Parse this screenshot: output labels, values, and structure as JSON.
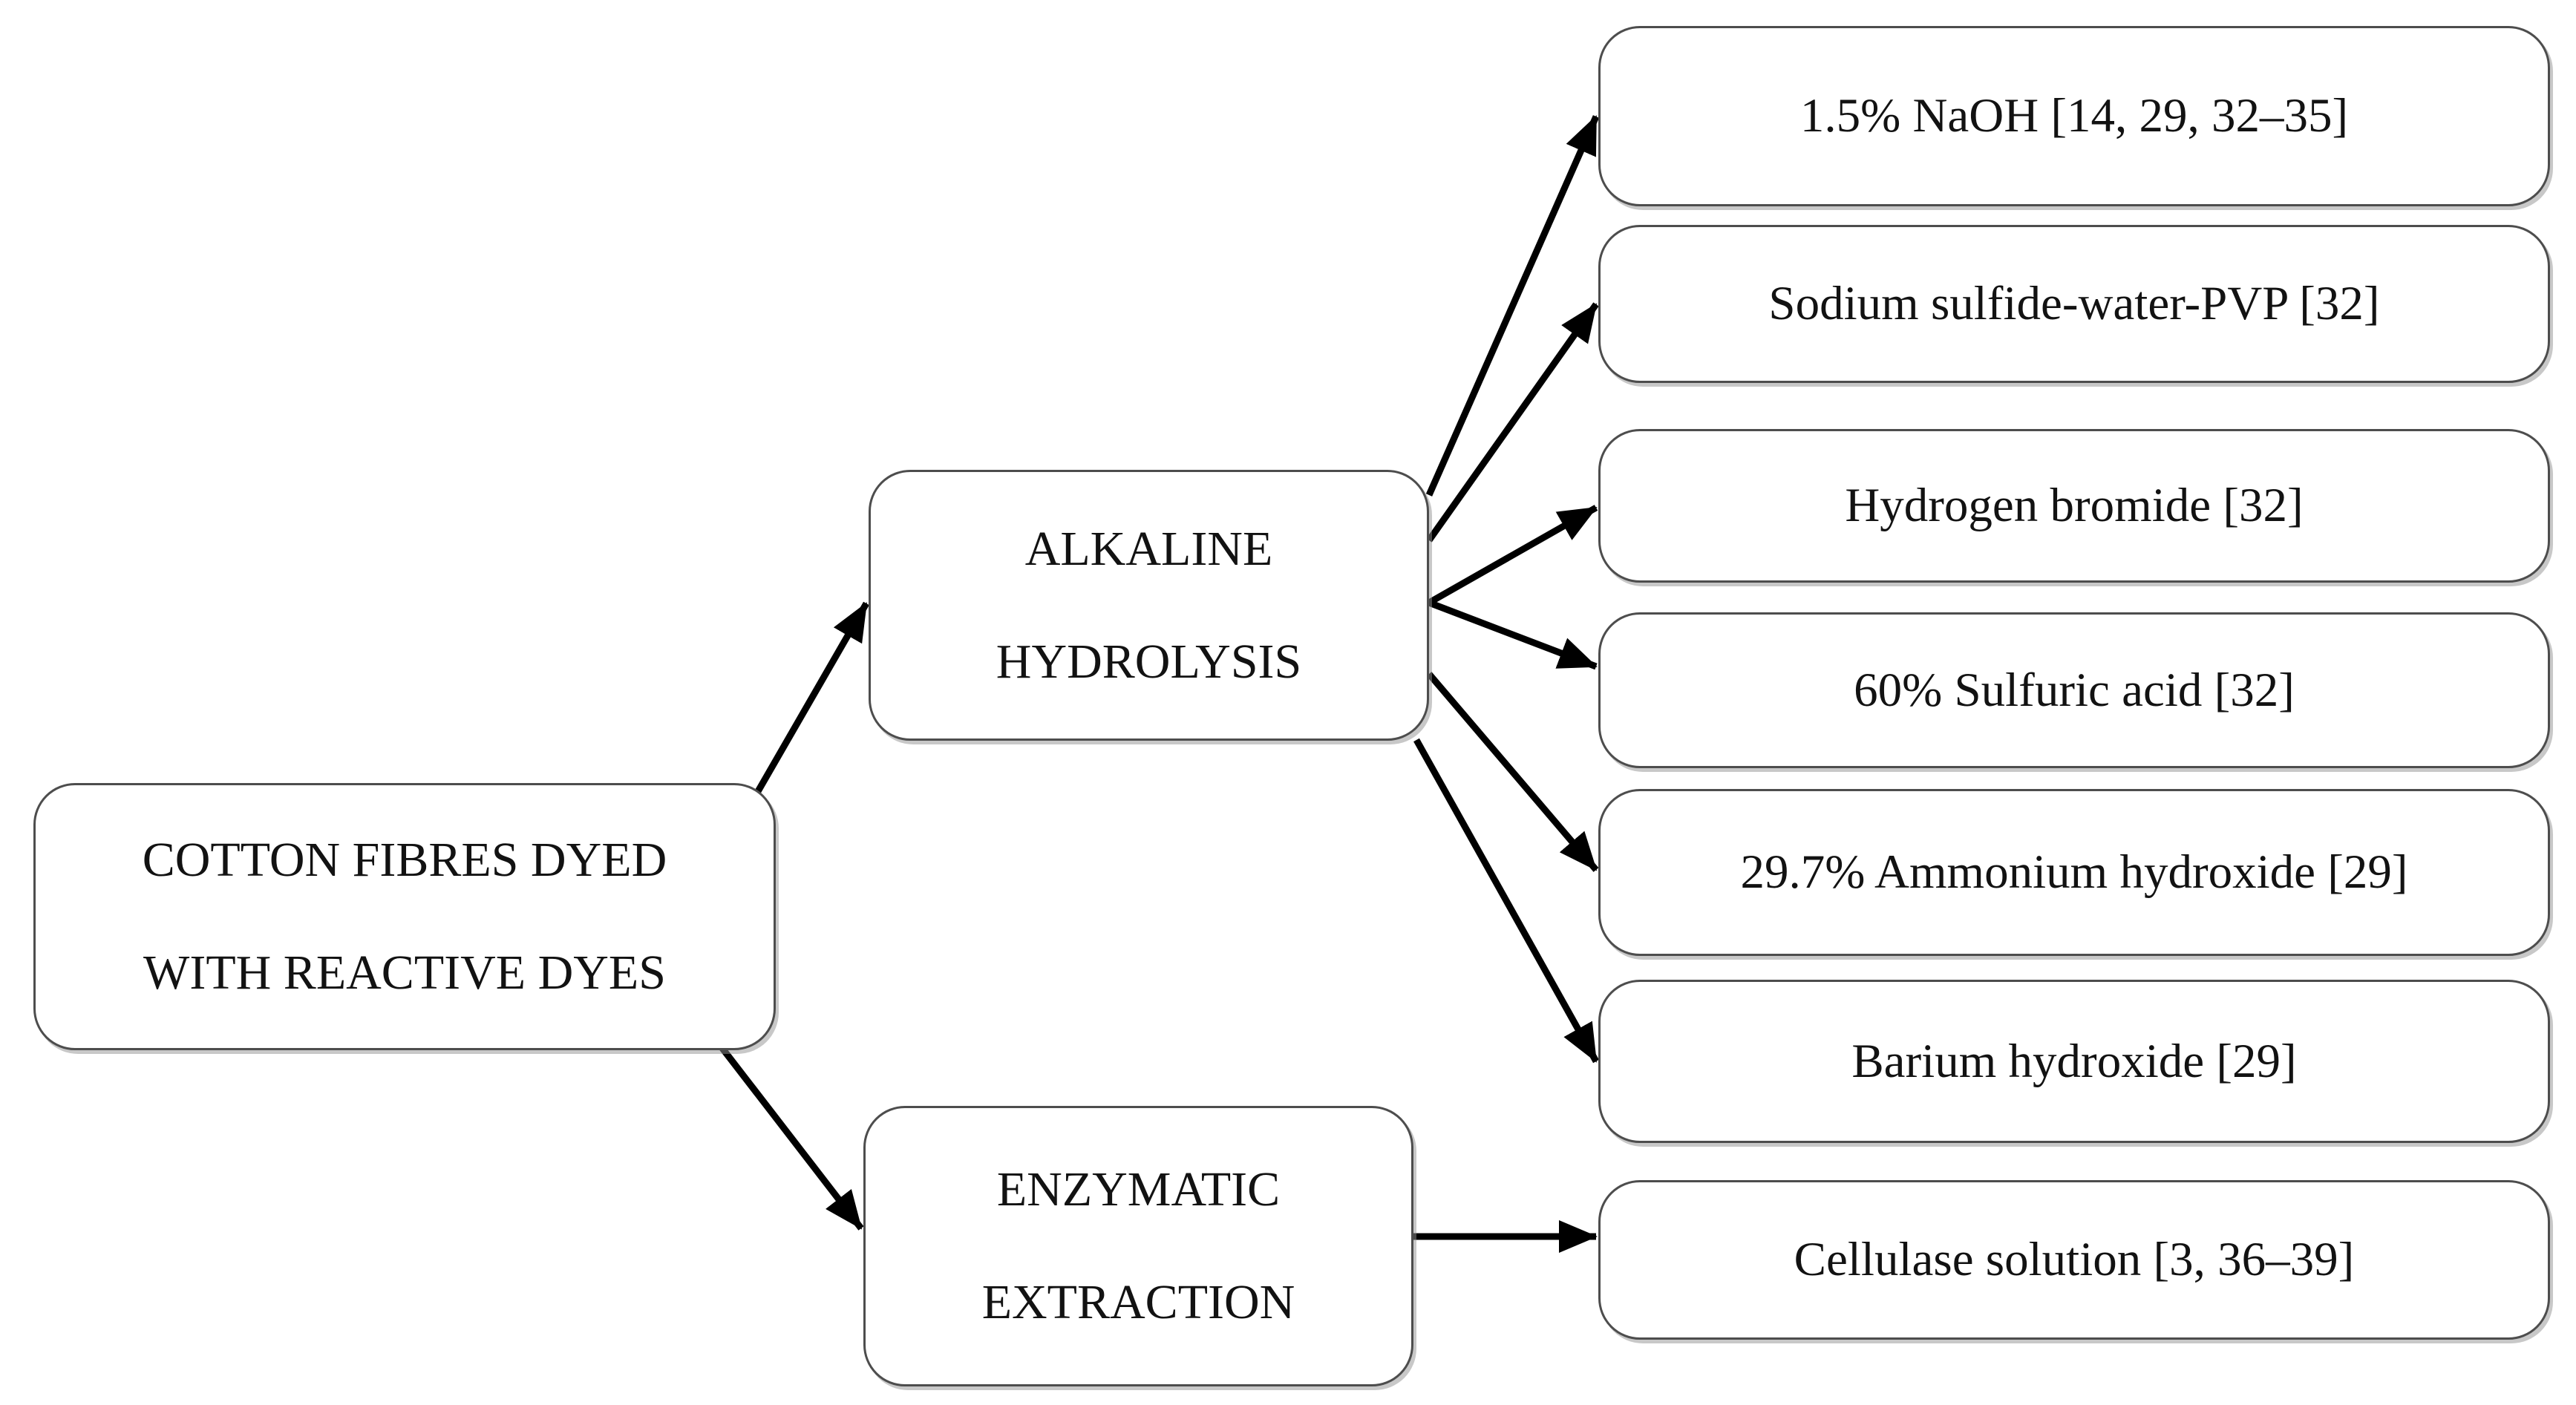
{
  "figure": {
    "type": "flowchart",
    "background": "#ffffff",
    "colors": {
      "box_border": "#4d4d4d",
      "box_fill": "#ffffff",
      "arrow": "#000000",
      "text": "#121212"
    }
  },
  "nodes": {
    "root": {
      "lines": [
        "COTTON FIBRES DYED",
        "WITH REACTIVE DYES"
      ]
    },
    "alkaline": {
      "lines": [
        "ALKALINE",
        "HYDROLYSIS"
      ]
    },
    "enzymatic": {
      "lines": [
        "ENZYMATIC",
        "EXTRACTION"
      ]
    }
  },
  "reagents": {
    "naoh": "1.5% NaOH [14, 29, 32–35]",
    "sodium_sulfide_pvp": "Sodium sulfide-water-PVP [32]",
    "hydrogen_bromide": "Hydrogen bromide [32]",
    "sulfuric_acid": "60% Sulfuric acid [32]",
    "ammonium_hydroxide": "29.7% Ammonium hydroxide [29]",
    "barium_hydroxide": "Barium hydroxide [29]",
    "cellulase": "Cellulase solution [3, 36–39]"
  },
  "edges": [
    {
      "from": "root",
      "to": "alkaline"
    },
    {
      "from": "root",
      "to": "enzymatic"
    },
    {
      "from": "alkaline",
      "to": "naoh"
    },
    {
      "from": "alkaline",
      "to": "sodium_sulfide_pvp"
    },
    {
      "from": "alkaline",
      "to": "hydrogen_bromide"
    },
    {
      "from": "alkaline",
      "to": "sulfuric_acid"
    },
    {
      "from": "alkaline",
      "to": "ammonium_hydroxide"
    },
    {
      "from": "alkaline",
      "to": "barium_hydroxide"
    },
    {
      "from": "enzymatic",
      "to": "cellulase"
    }
  ]
}
